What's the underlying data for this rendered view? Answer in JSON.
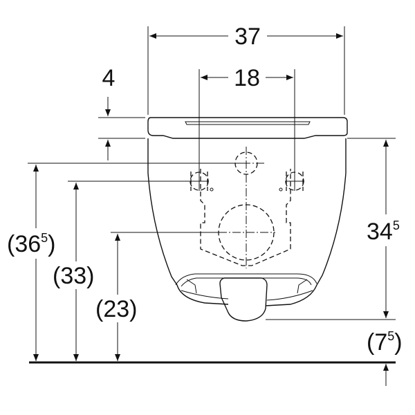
{
  "dimensions": {
    "overall_width": "37",
    "bolt_spacing": "18",
    "seat_thickness": "4",
    "bowl_height": {
      "base": "34",
      "superscript": "5"
    },
    "bowl_to_floor": {
      "open": "(",
      "base": "7",
      "superscript": "5",
      "close": ")"
    },
    "top_total_height": {
      "open": "(",
      "base": "36",
      "superscript": "5",
      "close": ")"
    },
    "bolt_height": "(33)",
    "outlet_height": "(23)"
  },
  "colors": {
    "stroke": "#111111",
    "background": "#ffffff"
  }
}
